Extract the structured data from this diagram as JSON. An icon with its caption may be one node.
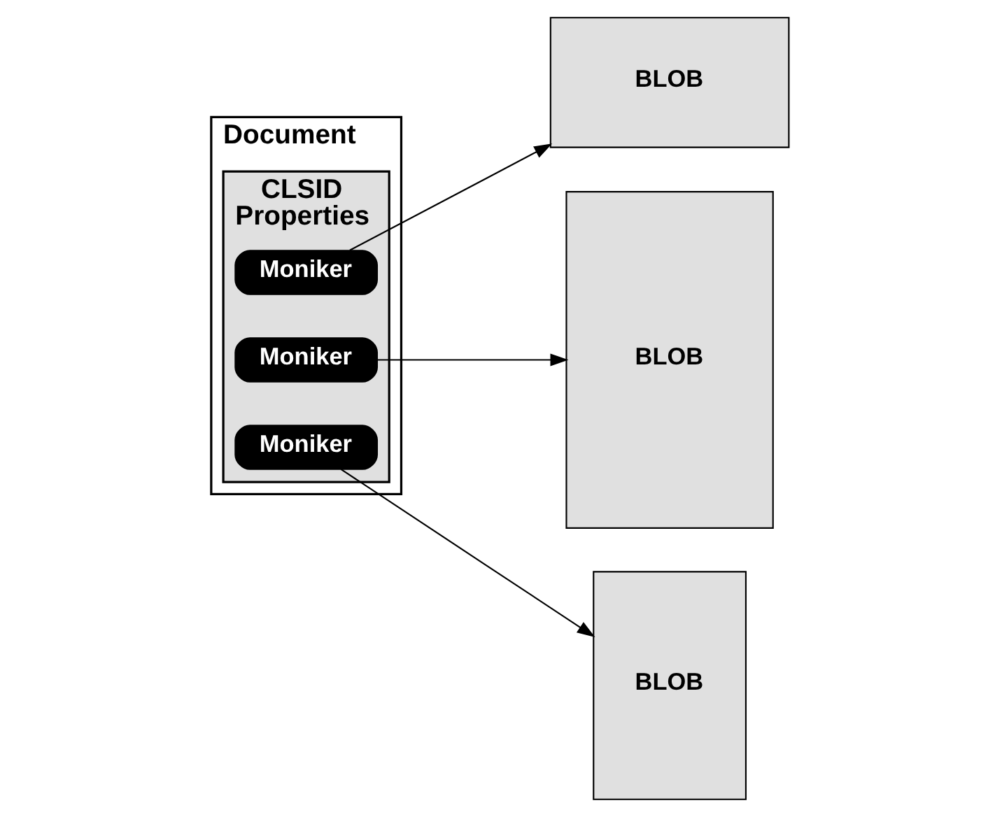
{
  "diagram": {
    "nodes": [
      {
        "text": [
          "Document"
        ]
      },
      {
        "text": [
          "CLSID",
          "Properties"
        ],
        "in": 0
      },
      {
        "text": [
          "Moniker"
        ],
        "in": 1
      },
      {
        "text": [
          "Moniker"
        ],
        "in": 1
      },
      {
        "text": [
          "Moniker"
        ],
        "in": 1
      },
      {
        "text": [
          "BLOB"
        ]
      },
      {
        "text": [
          "BLOB"
        ]
      },
      {
        "text": [
          "BLOB"
        ]
      }
    ],
    "edges": [
      {
        "from": 2,
        "to": 5,
        "arrow": "to"
      },
      {
        "from": 3,
        "to": 6,
        "arrow": "to"
      },
      {
        "from": 4,
        "to": 7,
        "arrow": "to"
      }
    ]
  }
}
